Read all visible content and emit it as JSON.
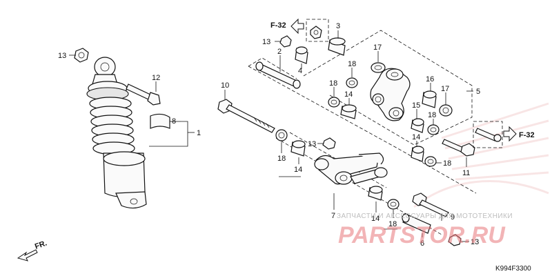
{
  "callouts": [
    {
      "id": "c-13a",
      "text": "13"
    },
    {
      "id": "c-12",
      "text": "12"
    },
    {
      "id": "c-8",
      "text": "8"
    },
    {
      "id": "c-1",
      "text": "1"
    },
    {
      "id": "c-10",
      "text": "10"
    },
    {
      "id": "c-13b",
      "text": "13"
    },
    {
      "id": "c-2",
      "text": "2"
    },
    {
      "id": "c-4",
      "text": "4"
    },
    {
      "id": "c-3",
      "text": "3"
    },
    {
      "id": "c-17a",
      "text": "17"
    },
    {
      "id": "c-18a",
      "text": "18"
    },
    {
      "id": "c-18b",
      "text": "18"
    },
    {
      "id": "c-14a",
      "text": "14"
    },
    {
      "id": "c-16",
      "text": "16"
    },
    {
      "id": "c-17b",
      "text": "17"
    },
    {
      "id": "c-5",
      "text": "5"
    },
    {
      "id": "c-15",
      "text": "15"
    },
    {
      "id": "c-18c",
      "text": "18"
    },
    {
      "id": "c-14b",
      "text": "14"
    },
    {
      "id": "c-18d",
      "text": "18"
    },
    {
      "id": "c-11",
      "text": "11"
    },
    {
      "id": "c-13c",
      "text": "13"
    },
    {
      "id": "c-18e",
      "text": "18"
    },
    {
      "id": "c-14c",
      "text": "14"
    },
    {
      "id": "c-7",
      "text": "7"
    },
    {
      "id": "c-14d",
      "text": "14"
    },
    {
      "id": "c-18f",
      "text": "18"
    },
    {
      "id": "c-9",
      "text": "9"
    },
    {
      "id": "c-6",
      "text": "6"
    },
    {
      "id": "c-13d",
      "text": "13"
    }
  ],
  "references": {
    "top": "F-32",
    "right": "F-32",
    "front": "FR."
  },
  "watermark": {
    "subtitle": "ЗАПЧАСТИ И АКСЕССУАРЫ ДЛЯ МОТОТЕХНИКИ",
    "title": "PARTSTOR.RU"
  },
  "diagram_code": "K994F3300"
}
